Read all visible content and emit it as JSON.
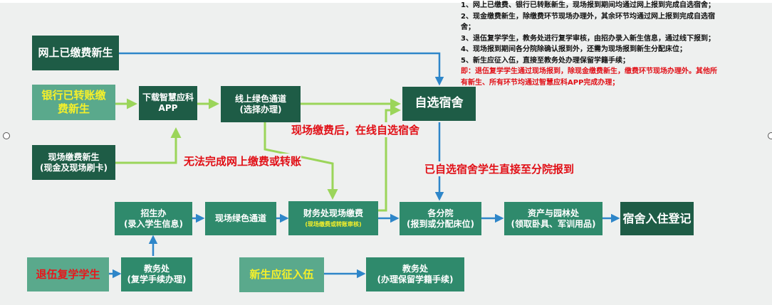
{
  "nodes": {
    "online_paid": "网上已缴费新生",
    "bank_transfer": "银行已转账缴\n费新生",
    "onsite_payment_new": "现场缴费新生\n(现金及现场刷卡)",
    "download_app": "下载智慧应科\nAPP",
    "online_green": "线上绿色通道\n(选择办理)",
    "choose_dorm": "自选宿舍",
    "admissions_title": "招生办",
    "admissions_sub": "(录入学生信息)",
    "onsite_green": "现场绿色通道",
    "finance_title": "财务处现场缴费",
    "finance_sub": "(现场缴费或转账审核)",
    "branch_title": "各分院",
    "branch_sub": "(报到或分配床位)",
    "assets_title": "资产与园林处",
    "assets_sub": "(领取卧具、军训用品)",
    "dorm_checkin": "宿舍入住登记",
    "veteran": "退伍复学学生",
    "academic_a_title": "教务处",
    "academic_a_sub": "(复学手续办理)",
    "enlist": "新生应征入伍",
    "academic_b_title": "教务处",
    "academic_b_sub": "(办理保留学籍手续)"
  },
  "annotations": {
    "after_onsite_payment": "现场缴费后，在线自选宿舍",
    "cannot_pay_online": "无法完成网上缴费或转账",
    "chosen_go_branch": "已自选宿舍学生直接至分院报到"
  },
  "notes": [
    "1、网上已缴费、银行已转账新生，现场报到期间均通过网上报到完成自选宿舍；",
    "2、现金缴费新生，除缴费环节现场办理外，其余环节均通过网上报到完成自选宿",
    "舍；",
    "3、退伍复学学生，教务处进行复学审核，由招办录入新生信息，通过线下报到；",
    "4、现场报到期间各分院除确认报到外，还需为现场报到新生分配床位；",
    "5、新生应征入伍，直接至教务处办理保留学籍手续；",
    "即：退伍复学学生通过现场报到，除现金缴费新生，缴费环节现场办理外。其他所",
    "有新生、所有环节均通过智慧应科APP完成办理；"
  ],
  "colors": {
    "dark_green": "#1e5c46",
    "mid_green": "#2f8a6c",
    "light_green": "#5aa98c",
    "arrow_blue": "#2e86c9",
    "arrow_light_green": "#9bd55a",
    "highlight_yellow": "#f5f02a",
    "note_red": "#e10f16"
  }
}
